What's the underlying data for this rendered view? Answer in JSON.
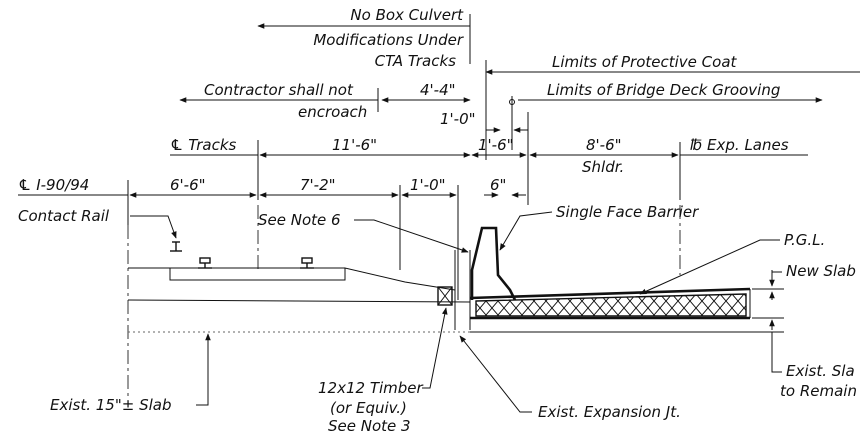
{
  "labels": {
    "no_box_culvert_1": "No Box Culvert",
    "no_box_culvert_2": "Modifications Under",
    "no_box_culvert_3": "CTA Tracks",
    "limits_protective_coat": "Limits of Protective Coat",
    "contractor_1": "Contractor shall not",
    "contractor_2": "encroach",
    "dim_4_4": "4'-4\"",
    "limits_deck_grooving": "Limits of Bridge Deck Grooving",
    "dim_1_0_top": "1'-0\"",
    "cl_tracks": "℄ Tracks",
    "dim_11_6": "11'-6\"",
    "dim_1_6": "1'-6\"",
    "dim_8_6": "8'-6\"",
    "shldr": "Shldr.",
    "exp_lanes": "℔ Exp. Lanes",
    "cl_i90": "℄ I-90/94",
    "dim_6_6": "6'-6\"",
    "dim_7_2": "7'-2\"",
    "dim_1_0_low": "1'-0\"",
    "dim_6": "6\"",
    "contact_rail": "Contact Rail",
    "see_note_6": "See Note 6",
    "single_face_barrier": "Single Face Barrier",
    "pgl": "P.G.L.",
    "new_slab": "New Slab",
    "exist_slab_1": "Exist. Sla",
    "exist_slab_2": "to Remain",
    "exist_15_slab": "Exist. 15\"± Slab",
    "timber_1": "12x12 Timber",
    "timber_2": "(or Equiv.)",
    "timber_3": "See Note 3",
    "exist_expansion": "Exist. Expansion Jt."
  }
}
